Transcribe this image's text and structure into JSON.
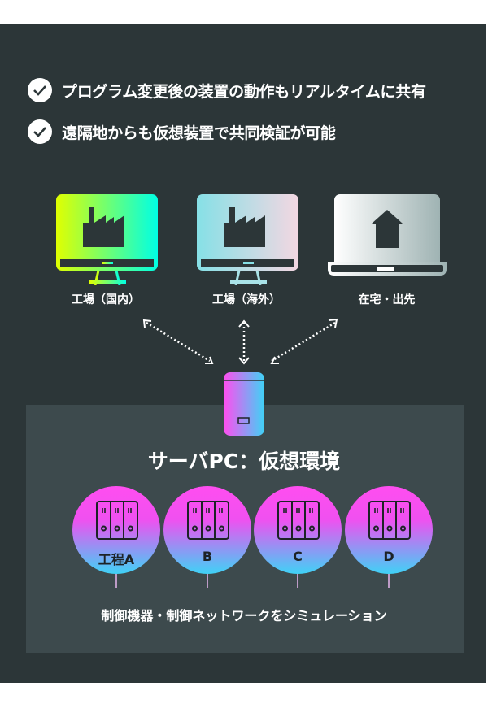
{
  "checklist": [
    {
      "icon": "check-circle-icon",
      "text": "プログラム変更後の装置の動作もリアルタイムに共有"
    },
    {
      "icon": "check-circle-icon",
      "text": "遠隔地からも仮想装置で共同検証が可能"
    }
  ],
  "devices": [
    {
      "icon": "factory-monitor-icon",
      "label": "工場（国内）"
    },
    {
      "icon": "factory-monitor-icon",
      "label": "工場（海外）"
    },
    {
      "icon": "house-laptop-icon",
      "label": "在宅・出先"
    }
  ],
  "server": {
    "icon": "server-icon",
    "title": "サーバPC：仮想環境"
  },
  "nodes": [
    {
      "icon": "controller-icon",
      "label": "工程A"
    },
    {
      "icon": "controller-icon",
      "label": "B"
    },
    {
      "icon": "controller-icon",
      "label": "C"
    },
    {
      "icon": "controller-icon",
      "label": "D"
    }
  ],
  "caption": "制御機器・制御ネットワークをシミュレーション",
  "colors": {
    "background": "#2c3638",
    "inner": "#3d4a4d",
    "magenta": "#ff4ef0",
    "cyan": "#3fd2f6"
  }
}
